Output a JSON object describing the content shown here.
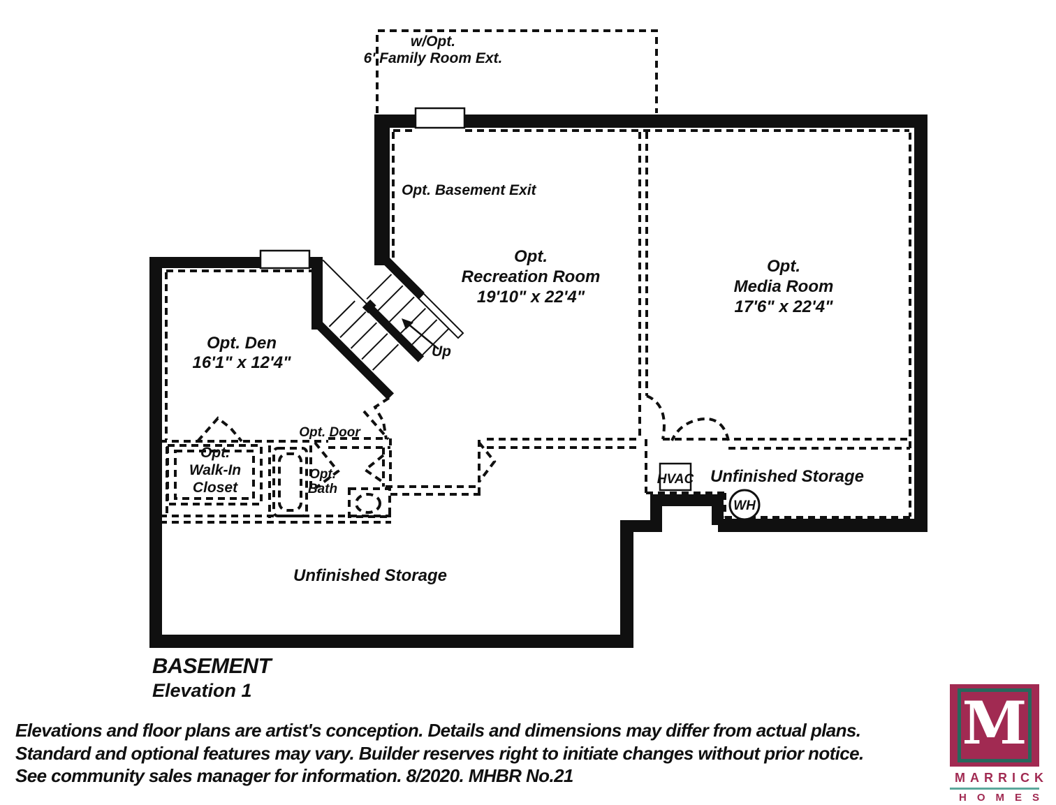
{
  "plan": {
    "family_ext": {
      "line1": "w/Opt.",
      "line2": "6' Family Room Ext."
    },
    "basement_exit": "Opt. Basement Exit",
    "rec_room": {
      "line1": "Opt.",
      "line2": "Recreation Room",
      "line3": "19'10\" x 22'4\""
    },
    "media_room": {
      "line1": "Opt.",
      "line2": "Media Room",
      "line3": "17'6\" x 22'4\""
    },
    "den": {
      "line1": "Opt. Den",
      "line2": "16'1\" x 12'4\""
    },
    "walk_in_closet": {
      "line1": "Opt.",
      "line2": "Walk-In",
      "line3": "Closet"
    },
    "opt_door": "Opt. Door",
    "opt_bath": {
      "line1": "Opt.",
      "line2": "Bath"
    },
    "up": "Up",
    "hvac": "HVAC",
    "wh": "WH",
    "storage_right": "Unfinished Storage",
    "storage_bottom": "Unfinished Storage"
  },
  "title": {
    "main": "BASEMENT",
    "sub": "Elevation 1"
  },
  "disclaimer": {
    "line1": "Elevations and floor plans are artist's conception. Details and dimensions may differ from actual plans.",
    "line2": "Standard and optional features may vary. Builder reserves right to initiate changes without prior notice.",
    "line3": "See community sales manager for information. 8/2020. MHBR No.21"
  },
  "logo": {
    "letter": "M",
    "name": "MARRICK",
    "word": "HOMES",
    "maroon": "#A12A52",
    "teal": "#26685C"
  }
}
